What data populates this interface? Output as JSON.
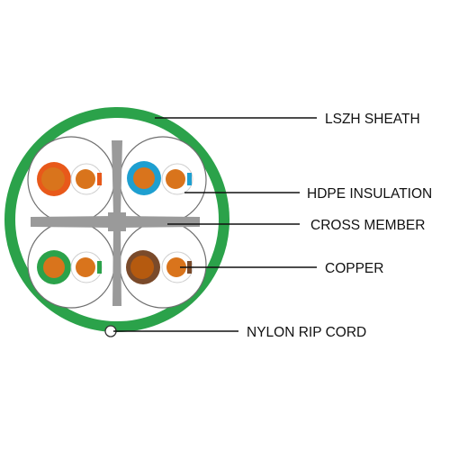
{
  "labels": {
    "sheath": "LSZH SHEATH",
    "insulation": "HDPE INSULATION",
    "cross_member": "CROSS MEMBER",
    "conductor": "COPPER",
    "rip_cord": "NYLON RIP CORD"
  },
  "colors": {
    "sheath": "#2ba24a",
    "cross_member": "#9a9a9a",
    "pair_outline": "#6f6f6f",
    "copper_core": "#d9741c",
    "copper_core_dark": "#b55a0f",
    "insulation_white": "#ffffff",
    "orange": "#e8591a",
    "blue": "#1e9fd0",
    "green": "#2ba24a",
    "brown": "#7a4a2a",
    "leader_line": "#111111"
  },
  "pairs": [
    {
      "name": "orange",
      "solid_color": "orange",
      "stripe_color": "orange"
    },
    {
      "name": "blue",
      "solid_color": "blue",
      "stripe_color": "blue"
    },
    {
      "name": "green",
      "solid_color": "green",
      "stripe_color": "green"
    },
    {
      "name": "brown",
      "solid_color": "brown",
      "stripe_color": "brown"
    }
  ]
}
